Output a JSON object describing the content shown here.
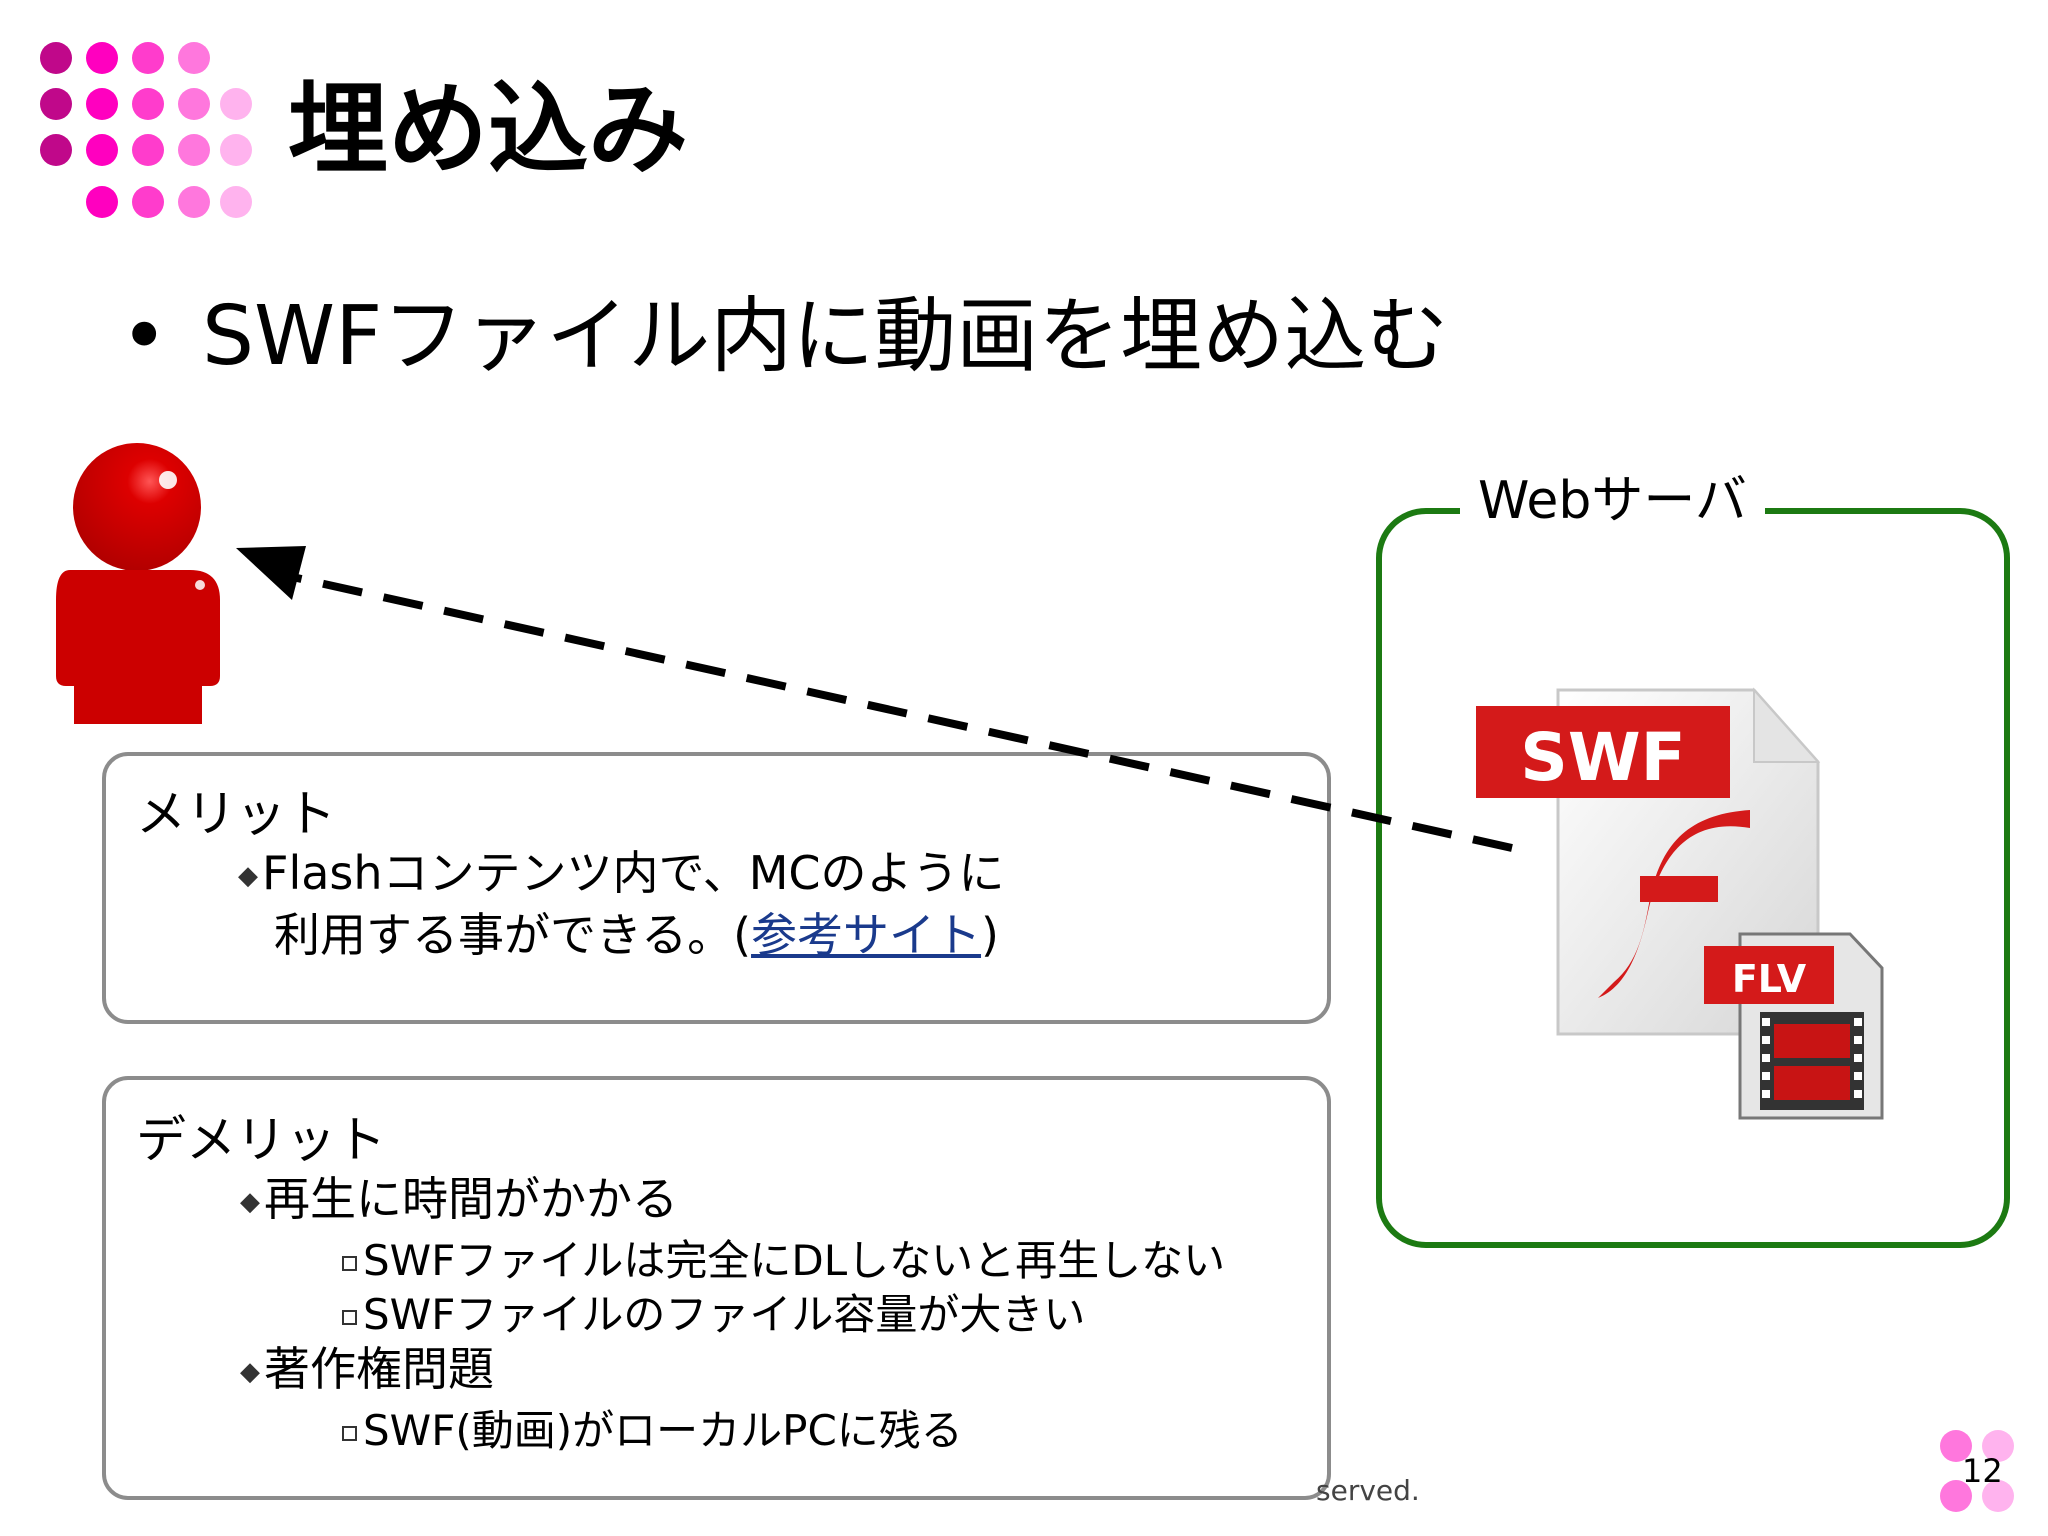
{
  "title": "埋め込み",
  "bullet": {
    "marker": "•",
    "text": "SWFファイル内に動画を埋め込む"
  },
  "diagram": {
    "server_label": "Webサーバ",
    "swf_icon_text": "SWF",
    "flv_icon_text": "FLV"
  },
  "merit": {
    "heading": "メリット",
    "item_line1": "Flashコンテンツ内で、MCのように",
    "item_line2_prefix": "利用する事ができる。(",
    "item_link": "参考サイト",
    "item_line2_suffix": ")"
  },
  "demerit": {
    "heading": "デメリット",
    "items": [
      {
        "label": "再生に時間がかかる",
        "subitems": [
          "SWFファイルは完全にDLしないと再生しない",
          "SWFファイルのファイル容量が大きい"
        ]
      },
      {
        "label": "著作権問題",
        "subitems": [
          "SWF(動画)がローカルPCに残る"
        ]
      }
    ]
  },
  "footer": {
    "text": "served.",
    "page_number": "12"
  },
  "colors": {
    "dot_dark": "#c0088a",
    "dot_mid": "#ff00bf",
    "dot_light": "#ff77dd",
    "dot_pale": "#ffb3ee",
    "person": "#cc0000",
    "server_border": "#1c7a12",
    "link": "#1a3a8c"
  }
}
